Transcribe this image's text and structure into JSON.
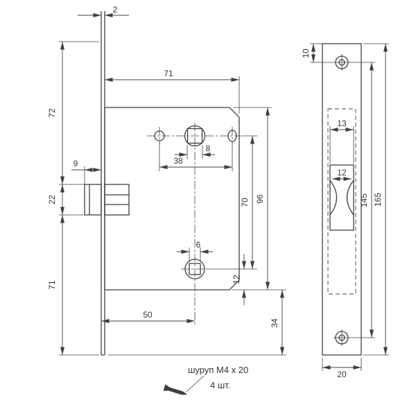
{
  "drawing": {
    "title": "mortise-lock-technical-drawing"
  },
  "left_view": {
    "plate_thickness": "2",
    "case_width": "71",
    "top_section": "72",
    "latch_projection": "9",
    "latch_height": "22",
    "bottom_section": "71",
    "spindle_square": "8",
    "handle_hole_spacing": "38",
    "hub_distance": "70",
    "case_height": "96",
    "lower_hub_offset": "12",
    "backset": "50",
    "case_bottom_offset": "34"
  },
  "right_view": {
    "screw_hole_top_offset": "10",
    "cutout_width": "13",
    "latch_width": "12",
    "plate_height": "165",
    "screw_hole_spacing": "145",
    "plate_width": "20"
  },
  "note": {
    "screw_spec": "шуруп М4 х 20",
    "quantity": "4 шт."
  },
  "colors": {
    "line": "#3f3f3f",
    "text": "#333333",
    "background": "#ffffff"
  }
}
